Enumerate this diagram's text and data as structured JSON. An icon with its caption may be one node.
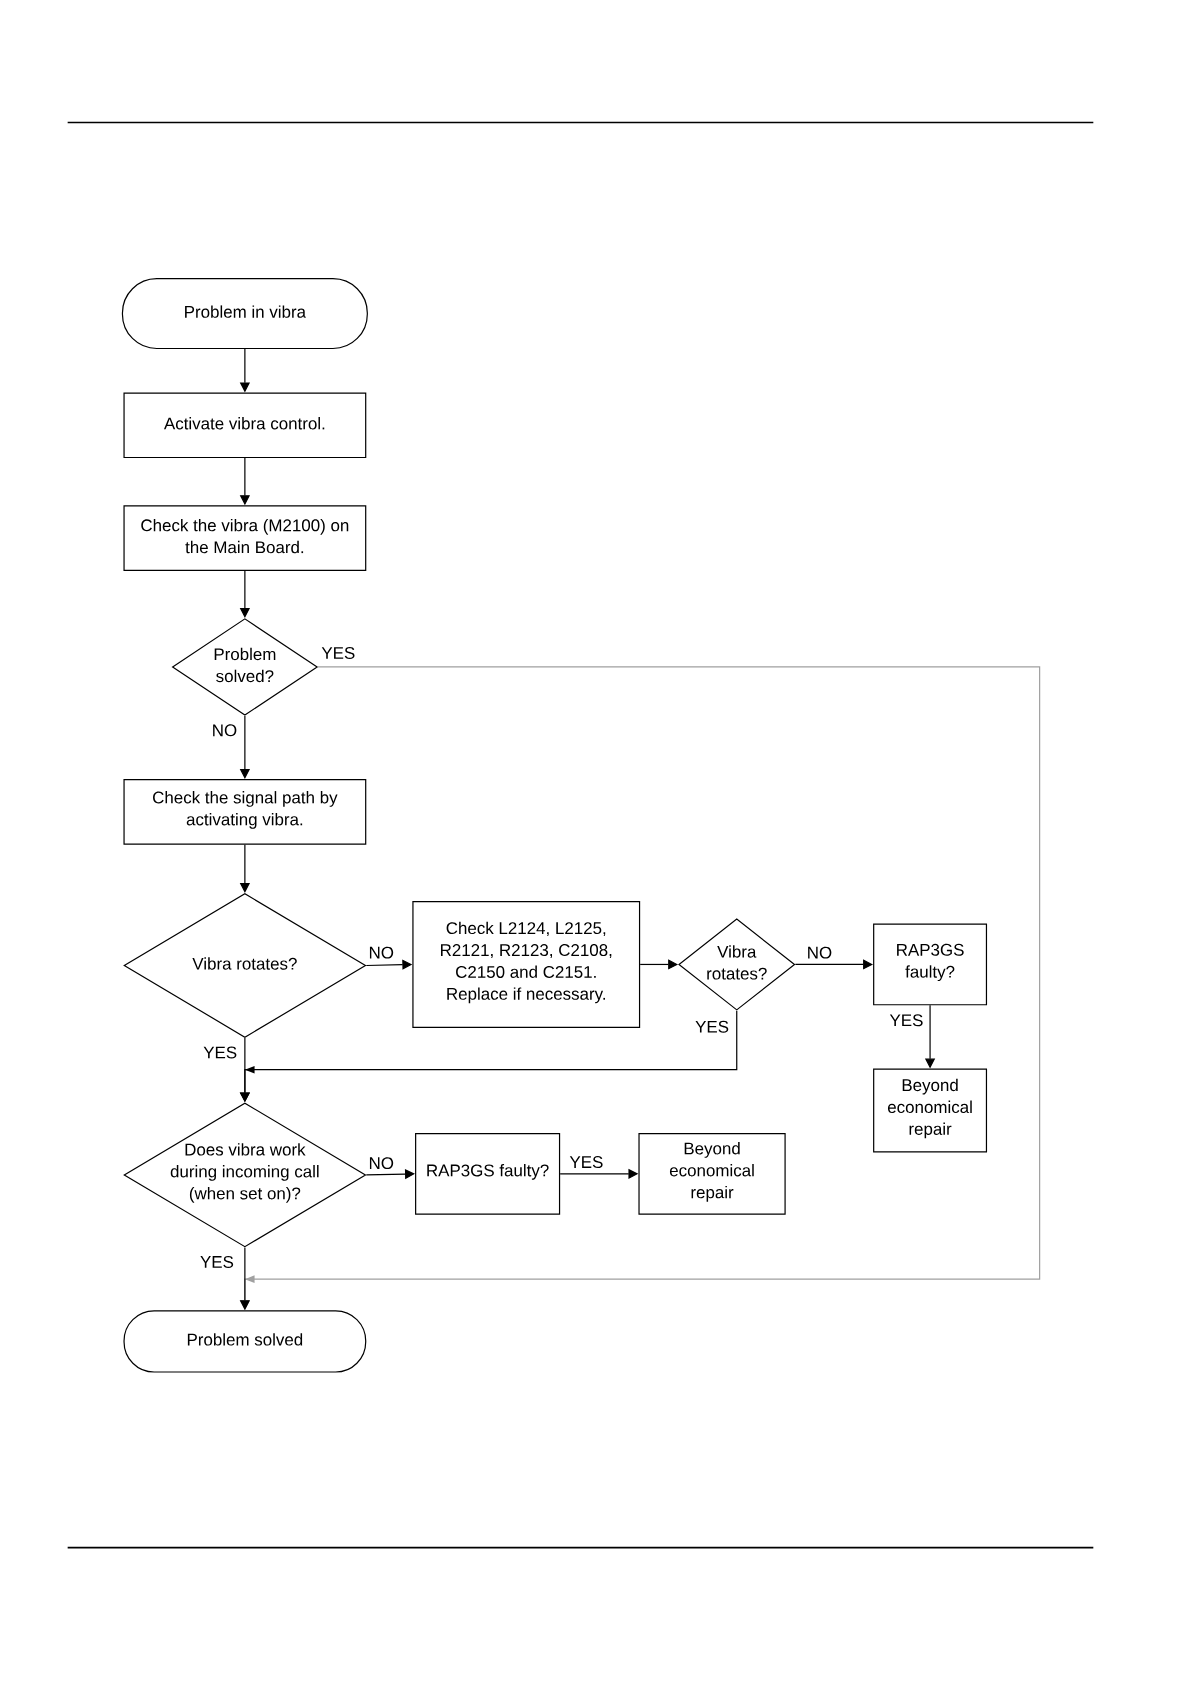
{
  "diagram": {
    "nodes": [
      {
        "text": [
          "Problem in vibra"
        ]
      },
      {
        "text": [
          "Activate vibra control."
        ]
      },
      {
        "text": [
          "Check the vibra (M2100) on the Main Board."
        ]
      },
      {
        "text": [
          "Problem solved?"
        ]
      },
      {
        "text": [
          "Check the signal path by activating vibra."
        ]
      },
      {
        "text": [
          "Vibra rotates?"
        ]
      },
      {
        "text": [
          "Check L2124, L2125, R2121, R2123, C2108, C2150 and C2151. Replace if necessary."
        ]
      },
      {
        "text": [
          "Vibra rotates?"
        ]
      },
      {
        "text": [
          "RAP3GS faulty?"
        ]
      },
      {
        "text": [
          "Beyond economical repair"
        ]
      },
      {
        "text": [
          "Does vibra work during incoming call (when set on)?"
        ]
      },
      {
        "text": [
          "RAP3GS faulty?"
        ]
      },
      {
        "text": [
          "Beyond economical repair"
        ]
      },
      {
        "text": [
          "Problem solved"
        ]
      }
    ],
    "edges": [
      {
        "from": 0,
        "to": 1,
        "arrow": "to"
      },
      {
        "from": 1,
        "to": 2,
        "arrow": "to"
      },
      {
        "from": 2,
        "to": 3,
        "arrow": "to"
      },
      {
        "from": 3,
        "to": 13,
        "arrow": "to",
        "label": "YES",
        "color": "#a0a0a0"
      },
      {
        "from": 3,
        "to": 4,
        "arrow": "to",
        "label": "NO"
      },
      {
        "from": 4,
        "to": 5,
        "arrow": "to"
      },
      {
        "from": 5,
        "to": 6,
        "arrow": "to",
        "label": "NO"
      },
      {
        "from": 6,
        "to": 7,
        "arrow": "to"
      },
      {
        "from": 7,
        "to": 8,
        "arrow": "to",
        "label": "NO"
      },
      {
        "from": 8,
        "to": 9,
        "arrow": "to",
        "label": "YES"
      },
      {
        "from": 7,
        "to": 10,
        "arrow": "to",
        "label": "YES"
      },
      {
        "from": 5,
        "to": 10,
        "arrow": "to",
        "label": "YES"
      },
      {
        "from": 10,
        "to": 11,
        "arrow": "to",
        "label": "NO"
      },
      {
        "from": 11,
        "to": 12,
        "arrow": "to",
        "label": "YES"
      },
      {
        "from": 10,
        "to": 13,
        "arrow": "to",
        "label": "YES"
      }
    ]
  }
}
